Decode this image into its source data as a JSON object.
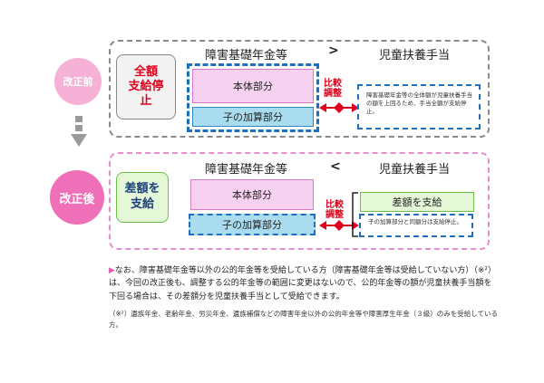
{
  "before": {
    "badge": "改正前",
    "left_box": "全額\n支給停止",
    "left_box_line1": "全額",
    "left_box_line2": "支給停",
    "left_box_line3": "止",
    "pension_heading": "障害基礎年金等",
    "comparator": ">",
    "allowance_heading": "児童扶養手当",
    "main_part": "本体部分",
    "child_part": "子の加算部分",
    "compare_label_1": "比較",
    "compare_label_2": "調整",
    "allowance_note": "障害基礎年金等の全体額が児童扶養手当の額を上回るため、手当全額が支給停止。"
  },
  "after": {
    "badge": "改正後",
    "left_box_line1": "差額を",
    "left_box_line2": "支給",
    "pension_heading": "障害基礎年金等",
    "comparator": "<",
    "allowance_heading": "児童扶養手当",
    "main_part": "本体部分",
    "child_part": "子の加算部分",
    "compare_label_1": "比較",
    "compare_label_2": "調整",
    "diff_pay": "差額を支給",
    "allowance_note": "子の加算部分と同額分は支給停止。"
  },
  "notes": {
    "note1": "なお、障害基礎年金等以外の公的年金等を受給している方（障害基礎年金等は受給していない方）（※²）は、今回の改正後も、調整する公的年金等の範囲に変更はないので、公的年金等の額が児童扶養手当額を下回る場合は、その差額分を児童扶養手当として受給できます。",
    "note2": "（※²）遺族年金、老齢年金、労災年金、遺族補償などの障害年金以外の公的年金等や障害厚生年金（３級）のみを受給している方。"
  },
  "colors": {
    "pink_dark": "#ef6fb8",
    "pink_light": "#f6b1d6",
    "red": "#e0001b",
    "blue": "#1f6fbf",
    "green": "#6cc04a"
  }
}
